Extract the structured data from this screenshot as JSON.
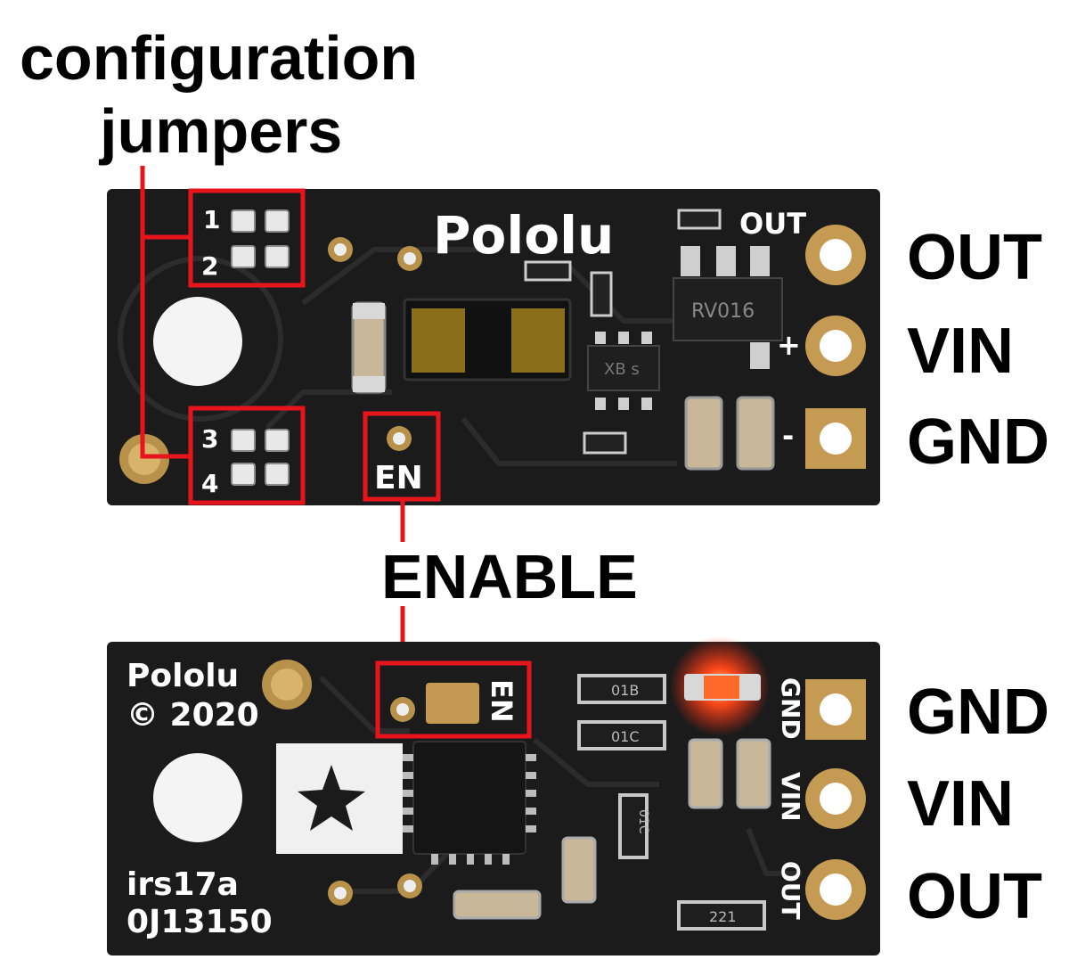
{
  "callouts": {
    "config_line1": "configuration",
    "config_line2": "jumpers",
    "enable": "ENABLE"
  },
  "top_board": {
    "logo": "Pololu",
    "jumper_1": "1",
    "jumper_2": "2",
    "jumper_3": "3",
    "jumper_4": "4",
    "en_silk": "EN",
    "out_silk": "OUT",
    "plus_silk": "+",
    "minus_silk": "-",
    "chip_marking": "RV016",
    "ic_marking": "XB s",
    "pins": [
      "OUT",
      "VIN",
      "GND"
    ]
  },
  "bottom_board": {
    "logo": "Pololu",
    "copyright": "© 2020",
    "model": "irs17a",
    "serial": "0J13150",
    "en_silk": "EN",
    "gnd_silk": "GND",
    "vin_silk": "VIN",
    "out_silk": "OUT",
    "res_1": "01B",
    "res_2": "01C",
    "res_3": "01C",
    "res_4": "221",
    "pins": [
      "GND",
      "VIN",
      "OUT"
    ]
  },
  "colors": {
    "pcb": "#1a1a1a",
    "highlight": "#e8141c",
    "gold": "#c9a45a",
    "led": "#ff3a1a"
  }
}
